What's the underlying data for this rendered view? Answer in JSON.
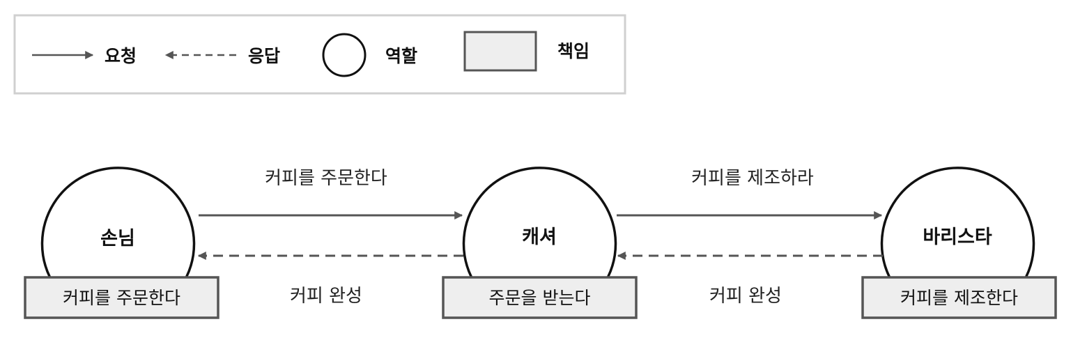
{
  "legend": {
    "request_label": "요청",
    "response_label": "응답",
    "role_label": "역할",
    "responsibility_label": "책임"
  },
  "roles": [
    {
      "name": "손님",
      "responsibility": "커피를 주문한다"
    },
    {
      "name": "캐셔",
      "responsibility": "주문을 받는다"
    },
    {
      "name": "바리스타",
      "responsibility": "커피를 제조한다"
    }
  ],
  "messages": [
    {
      "request": "커피를 주문한다",
      "response": "커피 완성"
    },
    {
      "request": "커피를 제조하라",
      "response": "커피 완성"
    }
  ],
  "colors": {
    "arrow": "#555555",
    "box_fill": "#eeeeee",
    "box_stroke": "#555555",
    "legend_border": "#d0d0d0",
    "outline": "#111111"
  }
}
